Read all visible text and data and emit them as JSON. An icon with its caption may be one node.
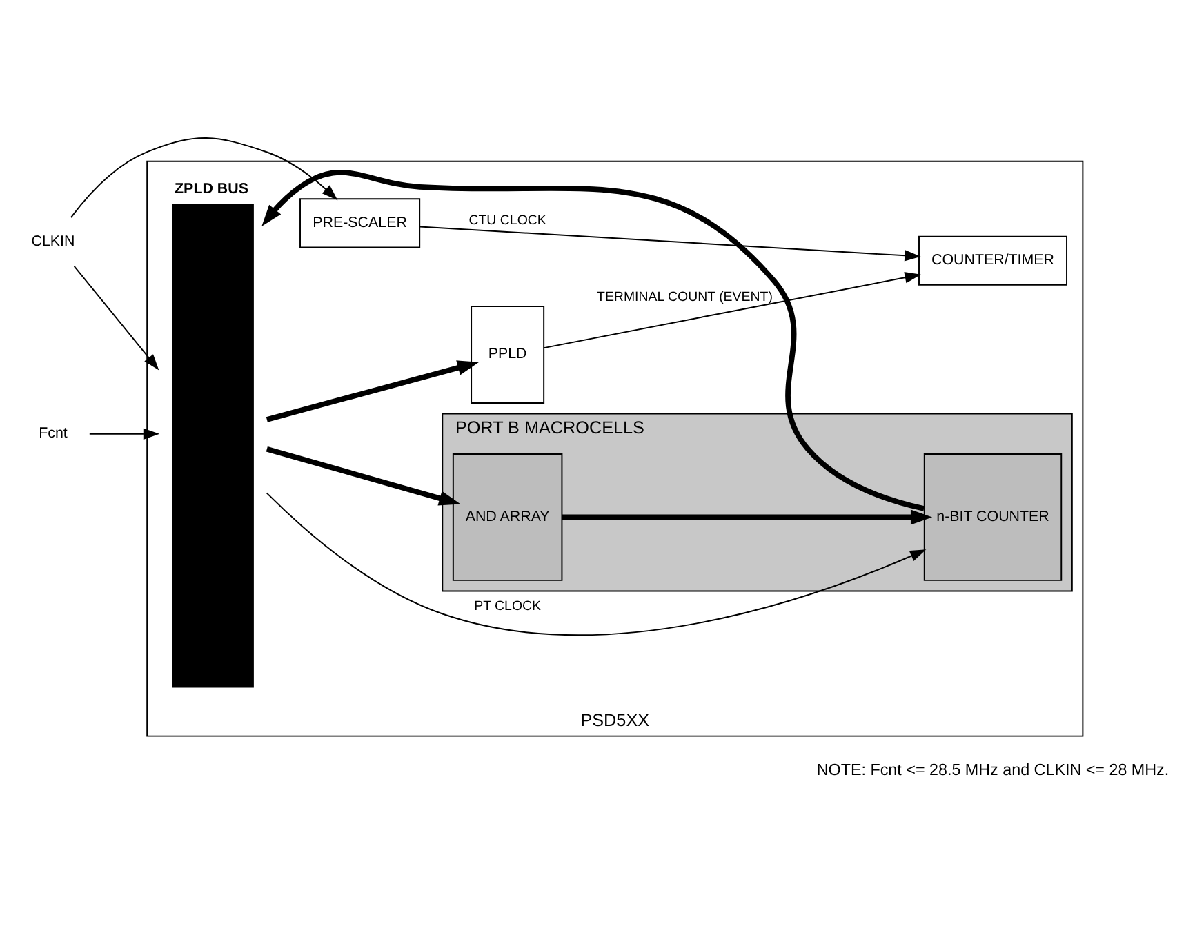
{
  "diagram": {
    "nodes": [
      {
        "text": [
          "PSD5XX"
        ]
      },
      {
        "text": [
          "ZPLD BUS"
        ],
        "in": 0
      },
      {
        "text": [
          "PORT B MACROCELLS"
        ],
        "in": 0
      },
      {
        "text": [
          "AND ARRAY"
        ],
        "in": 2
      },
      {
        "text": [
          "n-BIT COUNTER"
        ],
        "in": 2
      },
      {
        "text": [
          "PRE-SCALER"
        ],
        "in": 0
      },
      {
        "text": [
          "PPLD"
        ],
        "in": 0
      },
      {
        "text": [
          "COUNTER/TIMER"
        ],
        "in": 0
      },
      {
        "text": [
          "Fcnt"
        ]
      },
      {
        "text": [
          "CLKIN"
        ]
      }
    ],
    "edges": [
      {
        "from": 1,
        "to": 3,
        "arrow": "to",
        "style": "thick"
      },
      {
        "from": 3,
        "to": 4,
        "arrow": "to",
        "style": "thick"
      },
      {
        "from": 4,
        "to": 1,
        "arrow": "to",
        "style": "thick"
      },
      {
        "from": 8,
        "to": 1,
        "arrow": "to"
      },
      {
        "from": 1,
        "to": 4,
        "arrow": "to",
        "label": "PT CLOCK"
      },
      {
        "from": 9,
        "to": 1,
        "arrow": "to"
      },
      {
        "from": 9,
        "to": 5,
        "arrow": "to"
      },
      {
        "from": 5,
        "to": 7,
        "arrow": "to",
        "label": "CTU CLOCK"
      },
      {
        "from": 1,
        "to": 6,
        "arrow": "to",
        "style": "thick"
      },
      {
        "from": 6,
        "to": 7,
        "arrow": "to",
        "label": "TERMINAL COUNT (EVENT)"
      }
    ],
    "labels": [
      "NOTE: Fcnt <= 28.5 MHz and CLKIN <= 28 MHz."
    ]
  }
}
